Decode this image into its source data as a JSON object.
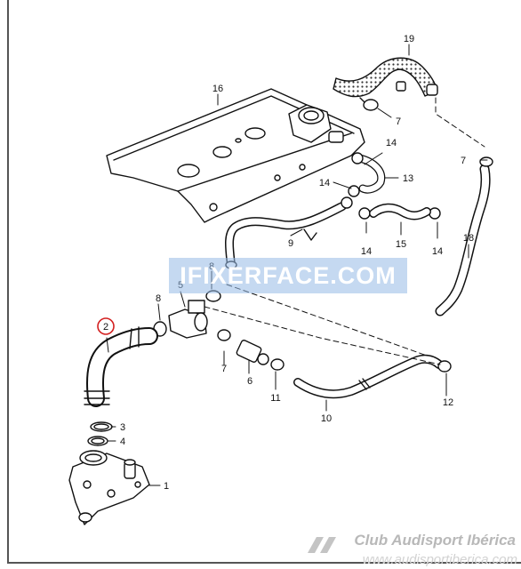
{
  "watermark": "IFIXERFACE.COM",
  "brand": {
    "name": "Club Audisport Ibérica",
    "url": "www.audisportiberica.com"
  },
  "diagram": {
    "highlight_callout": "2",
    "callouts": {
      "c1": "1",
      "c2": "2",
      "c3": "3",
      "c4": "4",
      "c5": "5",
      "c6": "6",
      "c7a": "7",
      "c7b": "7",
      "c7c": "7",
      "c8a": "8",
      "c8b": "8",
      "c9": "9",
      "c10": "10",
      "c11": "11",
      "c12": "12",
      "c13": "13",
      "c14a": "14",
      "c14b": "14",
      "c14c": "14",
      "c14d": "14",
      "c15": "15",
      "c16": "16",
      "c18": "18",
      "c19": "19"
    }
  }
}
